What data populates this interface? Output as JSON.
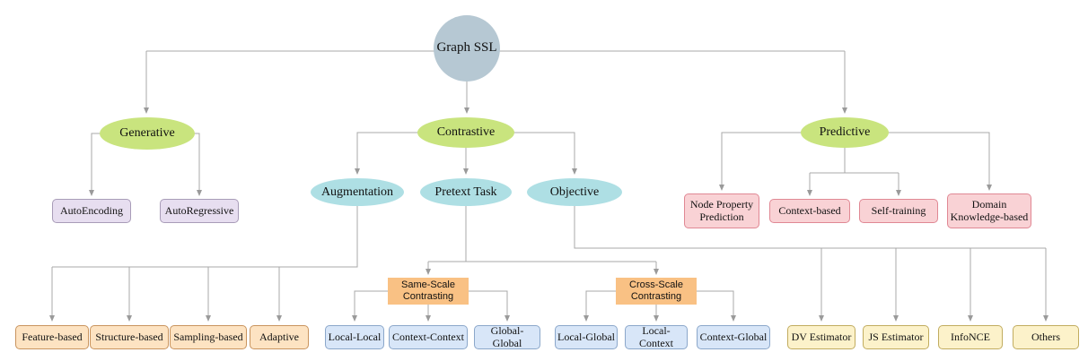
{
  "diagram": {
    "type": "taxonomy-tree",
    "palette": {
      "root_fill": "#b6c8d3",
      "level1_fill": "#c9e47e",
      "contrastive_sub_fill": "#aedfe4",
      "generative_leaf_fill": "#e7def0",
      "predictive_leaf_fill": "#f9d2d5",
      "augmentation_leaf_fill": "#fde3c2",
      "scale_contrasting_fill": "#f9c184",
      "pretext_leaf_fill": "#d8e6f8",
      "objective_leaf_fill": "#fcf2ca",
      "connector_line": "#a8a8a8"
    },
    "nodes": {
      "root": {
        "label": "Graph SSL"
      },
      "generative": {
        "label": "Generative"
      },
      "contrastive": {
        "label": "Contrastive"
      },
      "predictive": {
        "label": "Predictive"
      },
      "autoencoding": {
        "label": "AutoEncoding"
      },
      "autoregressive": {
        "label": "AutoRegressive"
      },
      "augmentation": {
        "label": "Augmentation"
      },
      "pretext_task": {
        "label": "Pretext Task"
      },
      "objective": {
        "label": "Objective"
      },
      "node_property_prediction": {
        "label": "Node Property Prediction"
      },
      "context_based": {
        "label": "Context-based"
      },
      "self_training": {
        "label": "Self-training"
      },
      "domain_knowledge_based": {
        "label": "Domain Knowledge-based"
      },
      "feature_based": {
        "label": "Feature-based"
      },
      "structure_based": {
        "label": "Structure-based"
      },
      "sampling_based": {
        "label": "Sampling-based"
      },
      "adaptive": {
        "label": "Adaptive"
      },
      "same_scale_contrasting": {
        "label": "Same-Scale Contrasting"
      },
      "cross_scale_contrasting": {
        "label": "Cross-Scale Contrasting"
      },
      "local_local": {
        "label": "Local-Local"
      },
      "context_context": {
        "label": "Context-Context"
      },
      "global_global": {
        "label": "Global-Global"
      },
      "local_global": {
        "label": "Local-Global"
      },
      "local_context": {
        "label": "Local-Context"
      },
      "context_global": {
        "label": "Context-Global"
      },
      "dv_estimator": {
        "label": "DV Estimator"
      },
      "js_estimator": {
        "label": "JS Estimator"
      },
      "infonce": {
        "label": "InfoNCE"
      },
      "others": {
        "label": "Others"
      }
    },
    "edges": [
      [
        "root",
        "generative"
      ],
      [
        "root",
        "contrastive"
      ],
      [
        "root",
        "predictive"
      ],
      [
        "generative",
        "autoencoding"
      ],
      [
        "generative",
        "autoregressive"
      ],
      [
        "contrastive",
        "augmentation"
      ],
      [
        "contrastive",
        "pretext_task"
      ],
      [
        "contrastive",
        "objective"
      ],
      [
        "predictive",
        "node_property_prediction"
      ],
      [
        "predictive",
        "context_based"
      ],
      [
        "predictive",
        "self_training"
      ],
      [
        "predictive",
        "domain_knowledge_based"
      ],
      [
        "augmentation",
        "feature_based"
      ],
      [
        "augmentation",
        "structure_based"
      ],
      [
        "augmentation",
        "sampling_based"
      ],
      [
        "augmentation",
        "adaptive"
      ],
      [
        "pretext_task",
        "same_scale_contrasting"
      ],
      [
        "pretext_task",
        "cross_scale_contrasting"
      ],
      [
        "same_scale_contrasting",
        "local_local"
      ],
      [
        "same_scale_contrasting",
        "context_context"
      ],
      [
        "same_scale_contrasting",
        "global_global"
      ],
      [
        "cross_scale_contrasting",
        "local_global"
      ],
      [
        "cross_scale_contrasting",
        "local_context"
      ],
      [
        "cross_scale_contrasting",
        "context_global"
      ],
      [
        "objective",
        "dv_estimator"
      ],
      [
        "objective",
        "js_estimator"
      ],
      [
        "objective",
        "infonce"
      ],
      [
        "objective",
        "others"
      ]
    ]
  }
}
